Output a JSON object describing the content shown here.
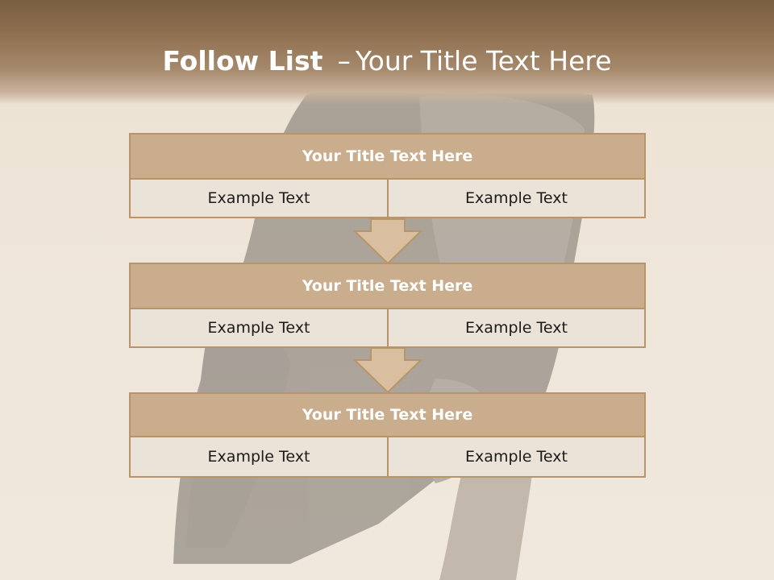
{
  "slide": {
    "title_strong": "Follow List",
    "title_dash": "–",
    "title_rest": "Your Title Text Here"
  },
  "steps": [
    {
      "title": "Your Title Text Here",
      "left": "Example Text",
      "right": "Example Text"
    },
    {
      "title": "Your Title Text Here",
      "left": "Example Text",
      "right": "Example Text"
    },
    {
      "title": "Your Title Text Here",
      "left": "Example Text",
      "right": "Example Text"
    }
  ],
  "colors": {
    "header_band": "#8d6f4f",
    "box_header": "#c9ad8d",
    "box_border": "#b8946b",
    "box_cell": "#ebe2d8",
    "arrow_fill": "#d9bfa0"
  }
}
